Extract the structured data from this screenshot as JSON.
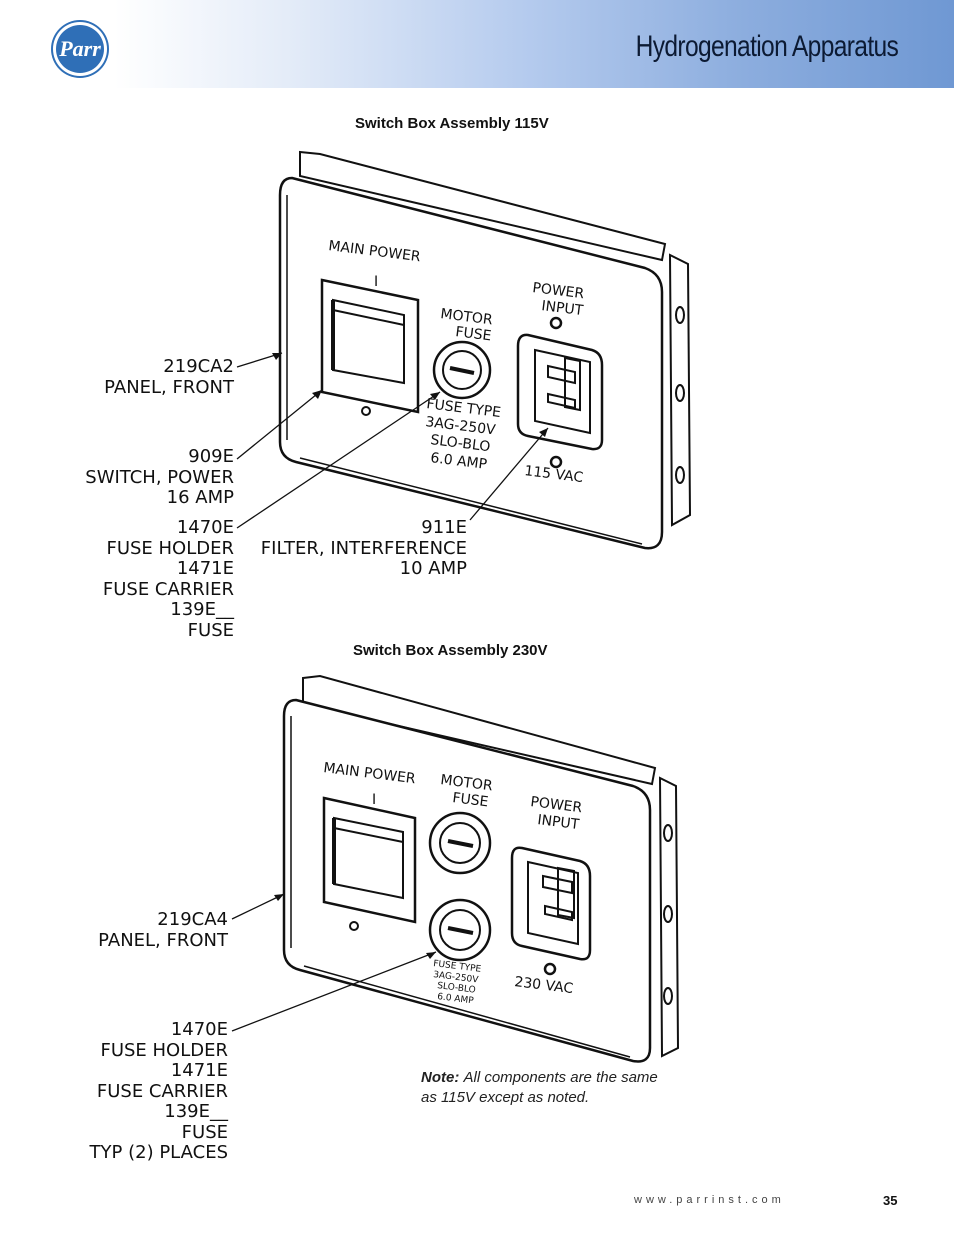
{
  "header": {
    "logo_text": "Parr",
    "title": "Hydrogenation Apparatus"
  },
  "diagram_115": {
    "title": "Switch Box Assembly 115V",
    "panel_labels": {
      "main_power": "MAIN POWER",
      "switch_mark": "I",
      "motor": "MOTOR",
      "fuse": "FUSE",
      "power": "POWER",
      "input": "INPUT",
      "fuse_type": "FUSE TYPE",
      "fuse_rating": "3AG-250V",
      "fuse_blow": "SLO-BLO",
      "fuse_amp": "6.0 AMP",
      "voltage": "115 VAC"
    },
    "callouts": {
      "panel": [
        "219CA2",
        "PANEL, FRONT"
      ],
      "switch": [
        "909E",
        "SWITCH, POWER",
        "16 AMP"
      ],
      "fuse_holder": [
        "1470E",
        "FUSE HOLDER",
        "1471E",
        "FUSE CARRIER",
        "139E__",
        "FUSE"
      ],
      "filter": [
        "911E",
        "FILTER, INTERFERENCE",
        "10 AMP"
      ]
    }
  },
  "diagram_230": {
    "title": "Switch Box Assembly 230V",
    "panel_labels": {
      "main_power": "MAIN POWER",
      "switch_mark": "I",
      "motor": "MOTOR",
      "fuse": "FUSE",
      "power": "POWER",
      "input": "INPUT",
      "fuse_type": "FUSE TYPE",
      "fuse_rating": "3AG-250V",
      "fuse_blow": "SLO-BLO",
      "fuse_amp": "6.0 AMP",
      "voltage": "230 VAC"
    },
    "callouts": {
      "panel": [
        "219CA4",
        "PANEL, FRONT"
      ],
      "fuse_holder": [
        "1470E",
        "FUSE HOLDER",
        "1471E",
        "FUSE CARRIER",
        "139E__",
        "FUSE",
        "TYP (2) PLACES"
      ]
    }
  },
  "note": {
    "label": "Note:",
    "text_line1": "All components are the same",
    "text_line2": "as 115V except as noted."
  },
  "footer": {
    "url": "www.parrinst.com",
    "page": "35"
  }
}
